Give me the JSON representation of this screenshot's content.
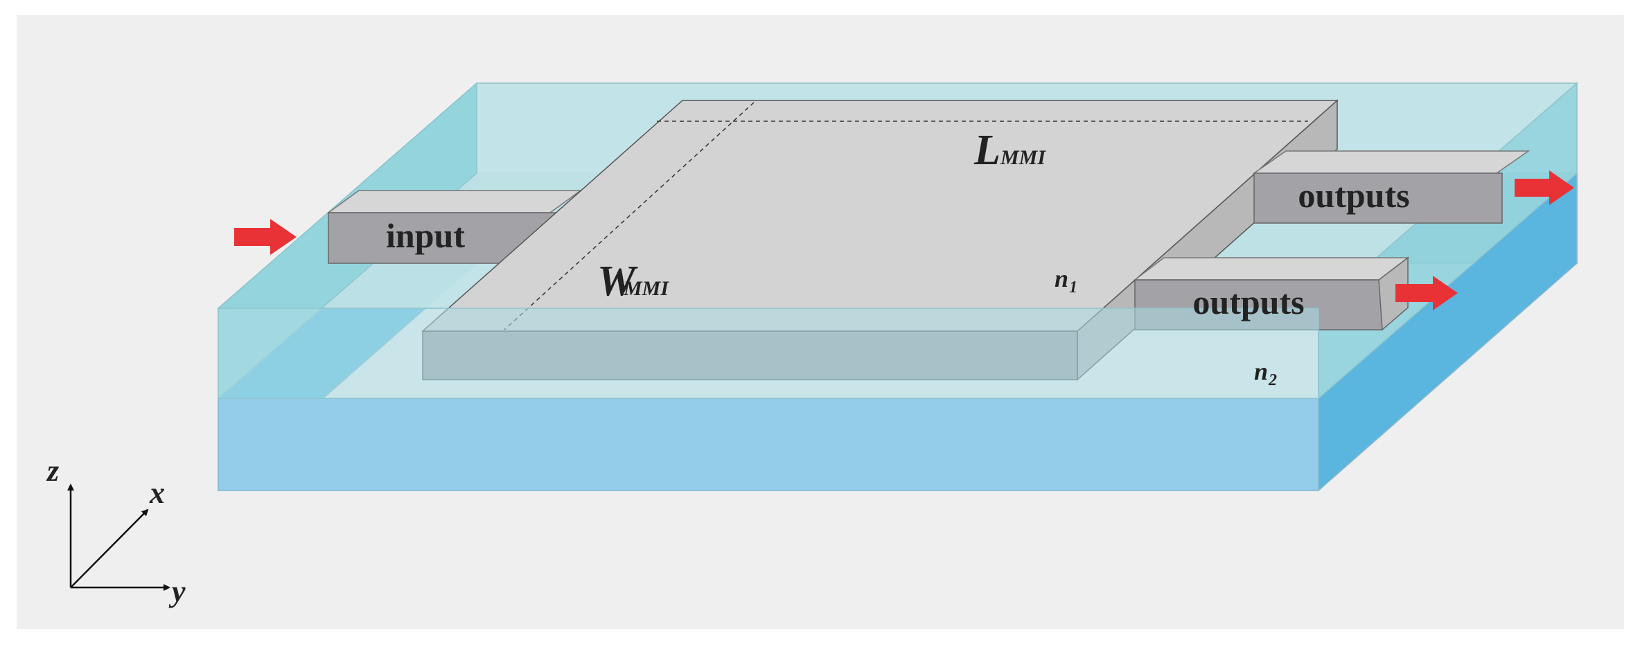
{
  "labels": {
    "input": "input",
    "output_top": "outputs",
    "output_bottom": "outputs",
    "length": "L",
    "length_sub": "MMI",
    "width": "W",
    "width_sub": "MMI",
    "core_index": "n",
    "core_index_sub": "1",
    "clad_index": "n",
    "clad_index_sub": "2"
  },
  "axes": {
    "z": "z",
    "x": "x",
    "y": "y"
  },
  "colors": {
    "background": "#efefef",
    "cladding_top": "#bfe2e6",
    "cladding_front": "#9fd6e4",
    "cladding_side": "#8ecde0",
    "substrate_front": "#93cde9",
    "substrate_side": "#5ab6df",
    "waveguide_top": "#d3d3d3",
    "waveguide_front": "#a2a1a6",
    "waveguide_side": "#b9b9b9",
    "arrow": "#e83236"
  }
}
